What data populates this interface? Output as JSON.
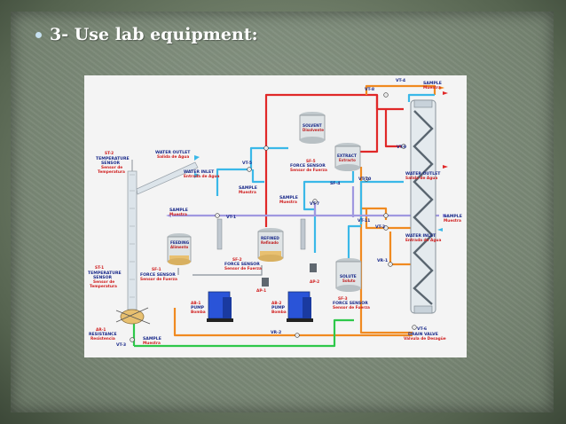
{
  "slide": {
    "heading": "3- Use lab equipment:"
  },
  "diagram": {
    "labels": {
      "vt4": "VT-4",
      "sample_top_right": "SAMPLE",
      "sample_top_right_sub": "Muestra",
      "vt8": "VT-8",
      "vt9": "VT-9",
      "solvent": "SOLVENT",
      "solvent_sub": "Disolvente",
      "extract": "EXTRACT",
      "extract_sub": "Extracto",
      "sf5": "SF-5",
      "sf5_name": "FORCE SENSOR",
      "sf5_sub": "Sensor de Fuerza",
      "sf4": "SF-4",
      "st2": "ST-2",
      "st2_name1": "TEMPERATURE",
      "st2_name2": "SENSOR",
      "st2_sub1": "Sensor de",
      "st2_sub2": "Temperatura",
      "water_outlet_left": "WATER OUTLET",
      "water_outlet_left_sub": "Salida de Agua",
      "water_inlet_left": "WATER INLET",
      "water_inlet_left_sub": "Entrada de Agua",
      "vt5": "VT-5",
      "sample_mid": "SAMPLE",
      "sample_mid_sub": "Muestra",
      "vt10": "VT-10",
      "water_outlet_right": "WATER OUTLET",
      "water_outlet_right_sub": "Salida de Agua",
      "sample_center": "SAMPLE",
      "sample_center_sub": "Muestra",
      "vt7": "VT-7",
      "sample_left": "SAMPLE",
      "sample_left_sub": "Muestra",
      "vt1": "VT-1",
      "vt11": "VT-11",
      "sample_right": "SAMPLE",
      "sample_right_sub": "Muestra",
      "vt2": "VT-2",
      "water_inlet_right": "WATER INLET",
      "water_inlet_right_sub": "Entrada de Agua",
      "feeding": "FEEDING",
      "feeding_sub": "Alimento",
      "refined": "REFINED",
      "refined_sub": "Refinado",
      "sf1": "SF-1",
      "sf1_name": "FORCE SENSOR",
      "sf1_sub": "Sensor de Fuerza",
      "sf2": "SF-2",
      "sf2_name": "FORCE SENSOR",
      "sf2_sub": "Sensor de Fuerza",
      "vr1": "VR-1",
      "st1": "ST-1",
      "st1_name1": "TEMPERATURE",
      "st1_name2": "SENSOR",
      "st1_sub1": "Sensor de",
      "st1_sub2": "Temperatura",
      "ap2": "AP-2",
      "ap1": "AP-1",
      "solute": "SOLUTE",
      "solute_sub": "Soluto",
      "sf3": "SF-3",
      "sf3_name": "FORCE SENSOR",
      "sf3_sub": "Sensor de Fuerza",
      "ab1": "AB-1",
      "ab1_name": "PUMP",
      "ab1_sub": "Bomba",
      "ab2": "AB-2",
      "ab2_name": "PUMP",
      "ab2_sub": "Bomba",
      "ar1": "AR-1",
      "ar1_name": "RESISTANCE",
      "ar1_sub": "Resistencia",
      "vr2": "VR-2",
      "vt6": "VT-6",
      "drain_valve": "DRAIN VALVE",
      "drain_valve_sub": "Válvula de Desagüe",
      "vt3": "VT-3",
      "sample_bottom": "SAMPLE",
      "sample_bottom_sub": "Muestra"
    }
  }
}
